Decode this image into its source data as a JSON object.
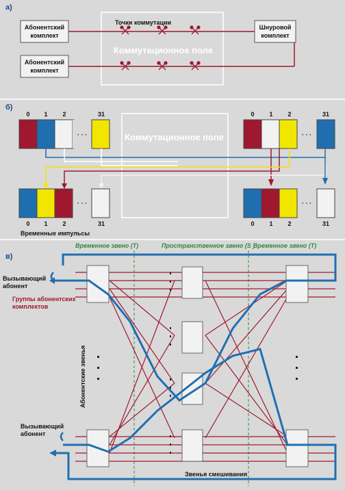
{
  "sections": {
    "a": "а)",
    "b": "б)",
    "c": "в)"
  },
  "part_a": {
    "subscriber_set_1": [
      "Абонентский",
      "комплект"
    ],
    "subscriber_set_2": [
      "Абонентский",
      "комплект"
    ],
    "cord_set": [
      "Шнуровой",
      "комплект"
    ],
    "switch_points": "Точки коммутации",
    "field": "Коммутационное поле"
  },
  "part_b": {
    "field": "Коммутационное поле",
    "top_left_labels": [
      "0",
      "1",
      "2",
      "31"
    ],
    "top_right_labels": [
      "0",
      "1",
      "2",
      "31"
    ],
    "bottom_left_labels": [
      "0",
      "1",
      "2",
      "31"
    ],
    "bottom_right_labels": [
      "0",
      "1",
      "2",
      "31"
    ],
    "ellipsis": "· · ·",
    "time_pulses": "Временные импульсы"
  },
  "part_c": {
    "time_stage_left": "Временное звено (T)",
    "space_stage": "Пространственное звено (S )",
    "time_stage_right": "Временное звено (T)",
    "calling_top": [
      "Вызывающий",
      "абонент"
    ],
    "groups": [
      "Группы абонентских",
      "комплектов"
    ],
    "subscriber_stages": "Абонентские звенья",
    "calling_bottom": [
      "Вызывающий",
      "абонент"
    ],
    "mixing_stages": "Звенья смешивания"
  },
  "colors": {
    "red": "#a01830",
    "blue": "#1f6fb0",
    "yellow": "#f2e600",
    "white": "#f2f2f2",
    "green": "#2e8a3a"
  }
}
